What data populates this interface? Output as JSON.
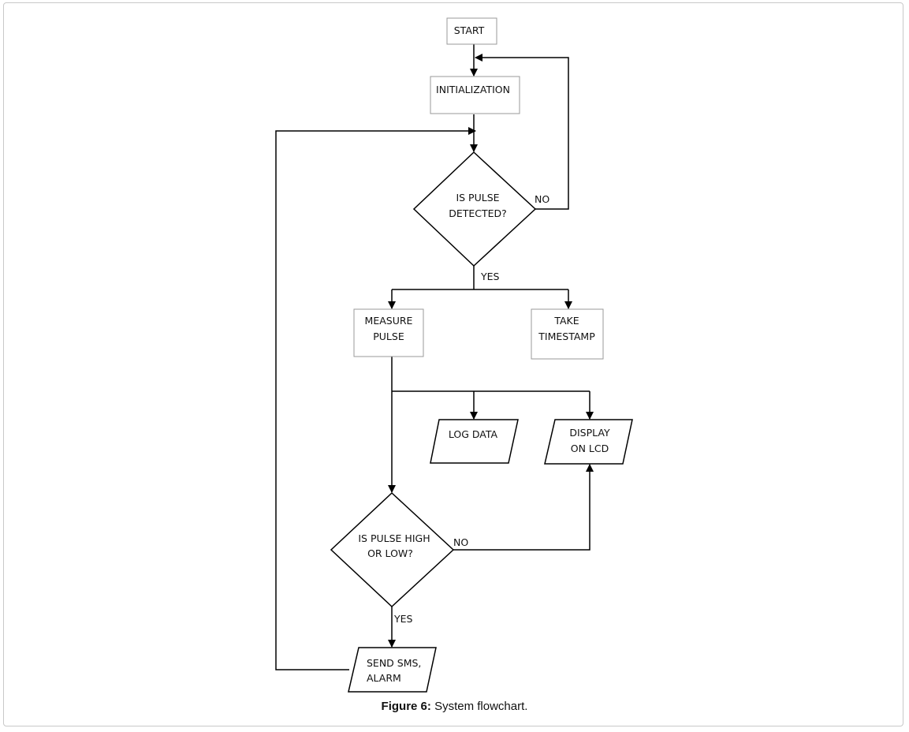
{
  "nodes": {
    "start": "START",
    "initialization": "INITIALIZATION",
    "is_pulse_detected": [
      "IS PULSE",
      "DETECTED?"
    ],
    "measure_pulse": [
      "MEASURE",
      "PULSE"
    ],
    "take_timestamp": [
      "TAKE",
      "TIMESTAMP"
    ],
    "log_data": "LOG DATA",
    "display_on_lcd": [
      "DISPLAY",
      "ON LCD"
    ],
    "is_pulse_high_or_low": [
      "IS PULSE HIGH",
      "OR LOW?"
    ],
    "send_sms_alarm": [
      "SEND SMS,",
      "ALARM"
    ]
  },
  "edge_labels": {
    "detected_no": "NO",
    "detected_yes": "YES",
    "highlow_no": "NO",
    "highlow_yes": "YES"
  },
  "caption": {
    "label": "Figure 6:",
    "text": "System flowchart."
  }
}
